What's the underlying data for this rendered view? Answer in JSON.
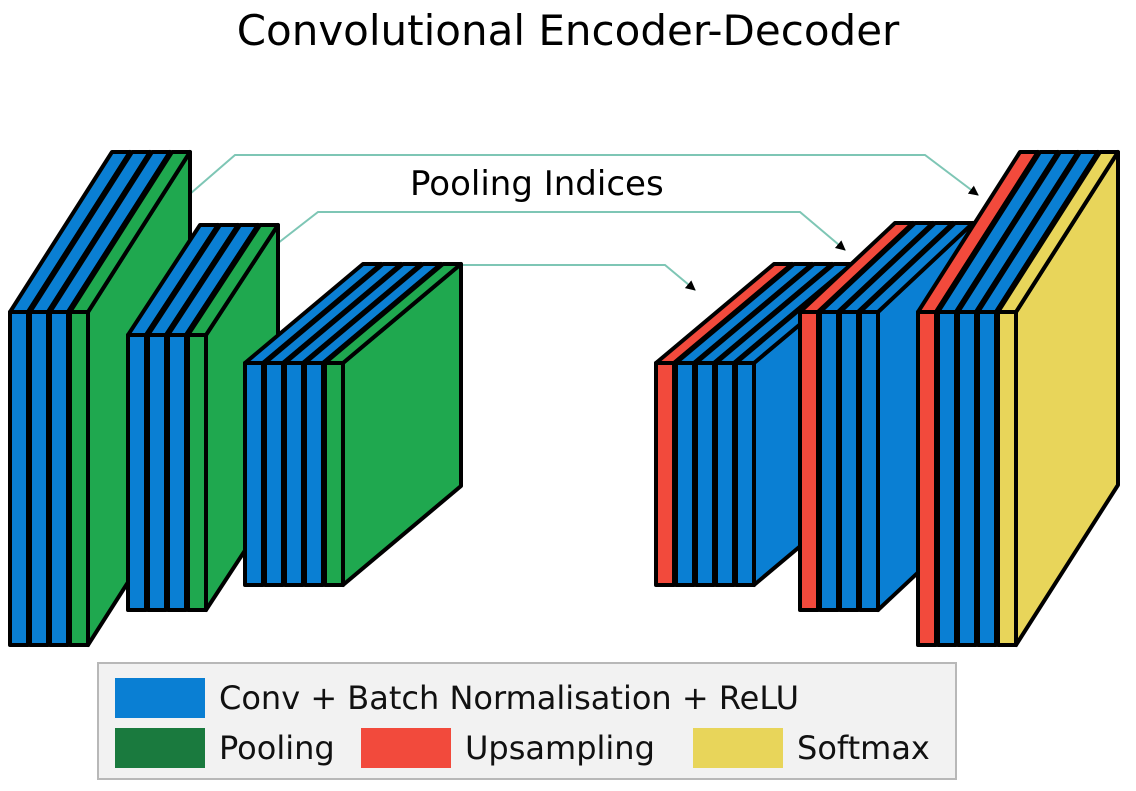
{
  "title": "Convolutional Encoder-Decoder",
  "skip_label": "Pooling Indices",
  "colors": {
    "conv": "#0a7fd3",
    "pool": "#1fa84f",
    "pool_legend": "#1a7a3e",
    "upsample": "#f24a3c",
    "softmax": "#e8d55a",
    "skip_line": "#7ec6b5"
  },
  "encoder": [
    {
      "name": "encoder-block-1",
      "layers": [
        "conv",
        "conv",
        "conv",
        "pool"
      ]
    },
    {
      "name": "encoder-block-2",
      "layers": [
        "conv",
        "conv",
        "conv",
        "pool"
      ]
    },
    {
      "name": "encoder-block-3",
      "layers": [
        "conv",
        "conv",
        "conv",
        "conv",
        "pool"
      ]
    }
  ],
  "decoder": [
    {
      "name": "decoder-block-1",
      "layers": [
        "upsample",
        "conv",
        "conv",
        "conv",
        "conv"
      ]
    },
    {
      "name": "decoder-block-2",
      "layers": [
        "upsample",
        "conv",
        "conv",
        "conv"
      ]
    },
    {
      "name": "decoder-block-3",
      "layers": [
        "upsample",
        "conv",
        "conv",
        "conv",
        "softmax"
      ]
    }
  ],
  "legend": {
    "conv": "Conv + Batch Normalisation + ReLU",
    "pool": "Pooling",
    "upsample": "Upsampling",
    "softmax": "Softmax"
  }
}
